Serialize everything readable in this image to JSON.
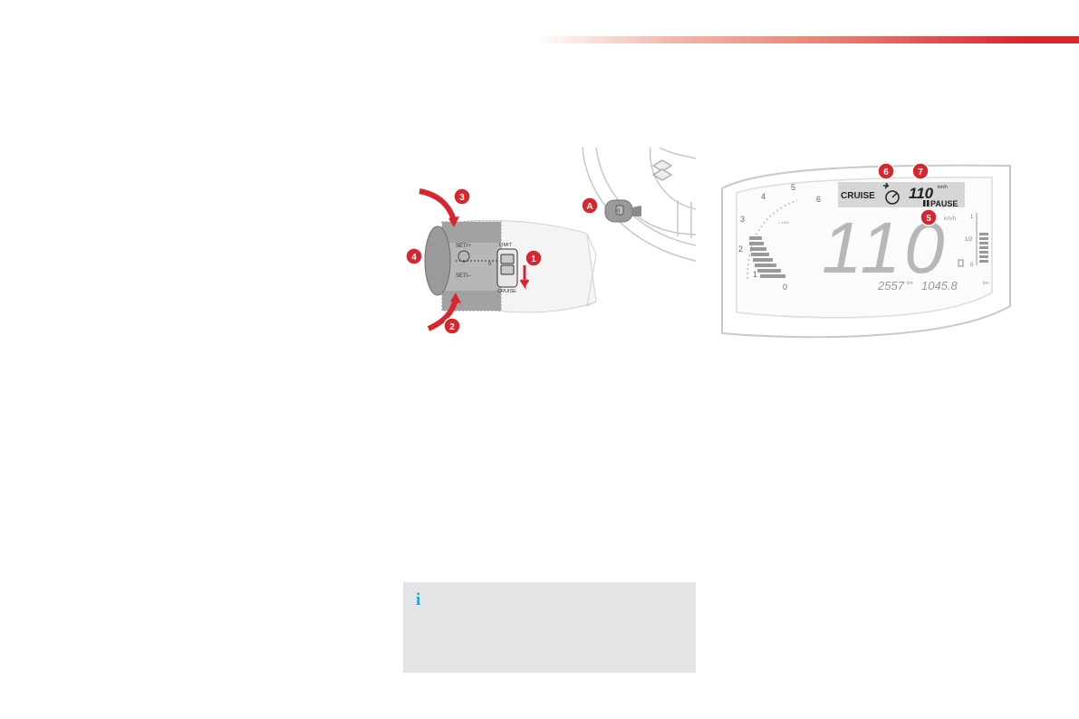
{
  "colors": {
    "accent_red": "#d8262f",
    "info_blue": "#16a8d8",
    "panel_grey": "#e3e4e6"
  },
  "stalk_figure": {
    "callouts": [
      "1",
      "2",
      "3",
      "4"
    ],
    "steering_callout": "A",
    "labels": {
      "set_plus": "SET/+",
      "set_minus": "SET/–",
      "limit": "LIMIT",
      "cruise": "CRUISE",
      "zero": "0"
    }
  },
  "dashboard_figure": {
    "callouts": [
      "5",
      "6",
      "7"
    ],
    "display": {
      "mode": "CRUISE",
      "set_speed": "110",
      "set_speed_unit": "km/h",
      "status": "PAUSE",
      "speed": "110",
      "speed_unit": "km/h",
      "odometer": "2557",
      "odometer_unit": "km",
      "trip": "1045.8",
      "trip_unit": "km",
      "rpm_multiplier": "x 1000",
      "tach_ticks": [
        "0",
        "1",
        "2",
        "3",
        "4",
        "5",
        "6"
      ],
      "fuel_ticks": [
        "1",
        "1/2",
        "0"
      ]
    }
  },
  "info_box": {
    "icon": "info-icon",
    "glyph": "i"
  }
}
